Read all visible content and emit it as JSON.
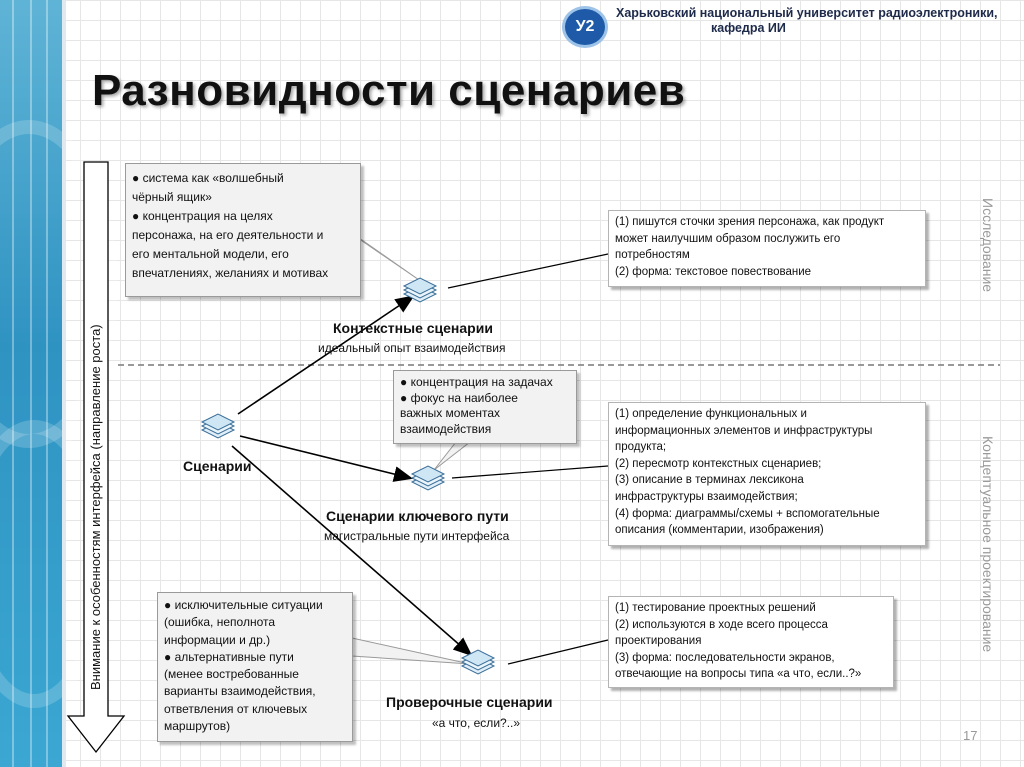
{
  "header": {
    "logo_text": "У2",
    "university_line1": "Харьковский национальный университет радиоэлектроники,",
    "university_line2": "кафедра ИИ"
  },
  "title": "Разновидности сценариев",
  "axis_label": "Внимание к особенностям интерфейса (направление роста)",
  "phases": {
    "research": "Исследование",
    "concept": "Концептуальное проектирование"
  },
  "nodes": {
    "root": {
      "label": "Сценарии"
    },
    "context": {
      "label": "Контекстные сценарии",
      "sublabel": "идеальный опыт взаимодействия"
    },
    "keypath": {
      "label": "Сценарии ключевого пути",
      "sublabel": "магистральные пути интерфейса"
    },
    "validation": {
      "label": "Проверочные сценарии",
      "sublabel": "«а что, если?..»"
    }
  },
  "callouts": {
    "context": [
      "● система как «волшебный",
      "чёрный ящик»",
      "● концентрация на целях",
      "персонажа, на его деятельности и",
      "его ментальной модели, его",
      "впечатлениях, желаниях и мотивах"
    ],
    "keypath": [
      "● концентрация на задачах",
      "● фокус на наиболее",
      "важных моментах",
      "взаимодействия"
    ],
    "validation": [
      "● исключительные ситуации",
      "(ошибка, неполнота",
      "информации и др.)",
      "● альтернативные пути",
      "(менее востребованные",
      "варианты взаимодействия,",
      "ответвления от ключевых",
      "маршрутов)"
    ]
  },
  "notes": {
    "context": [
      "(1) пишутся сточки зрения персонажа, как продукт",
      "может наилучшим образом послужить его",
      "потребностям",
      "(2) форма: текстовое повествование"
    ],
    "keypath": [
      "(1) определение функциональных и",
      "информационных элементов и инфраструктуры",
      "продукта;",
      "(2) пересмотр контекстных сценариев;",
      "(3) описание в терминах лексикона",
      "инфраструктуры взаимодействия;",
      "(4) форма: диаграммы/схемы + вспомогательные",
      "описания (комментарии, изображения)"
    ],
    "validation": [
      "(1) тестирование проектных решений",
      "(2) используются в ходе всего процесса",
      "проектирования",
      "(3) форма: последовательности экранов,",
      "отвечающие на вопросы типа «а что, если..?»"
    ]
  },
  "page_number": "17"
}
